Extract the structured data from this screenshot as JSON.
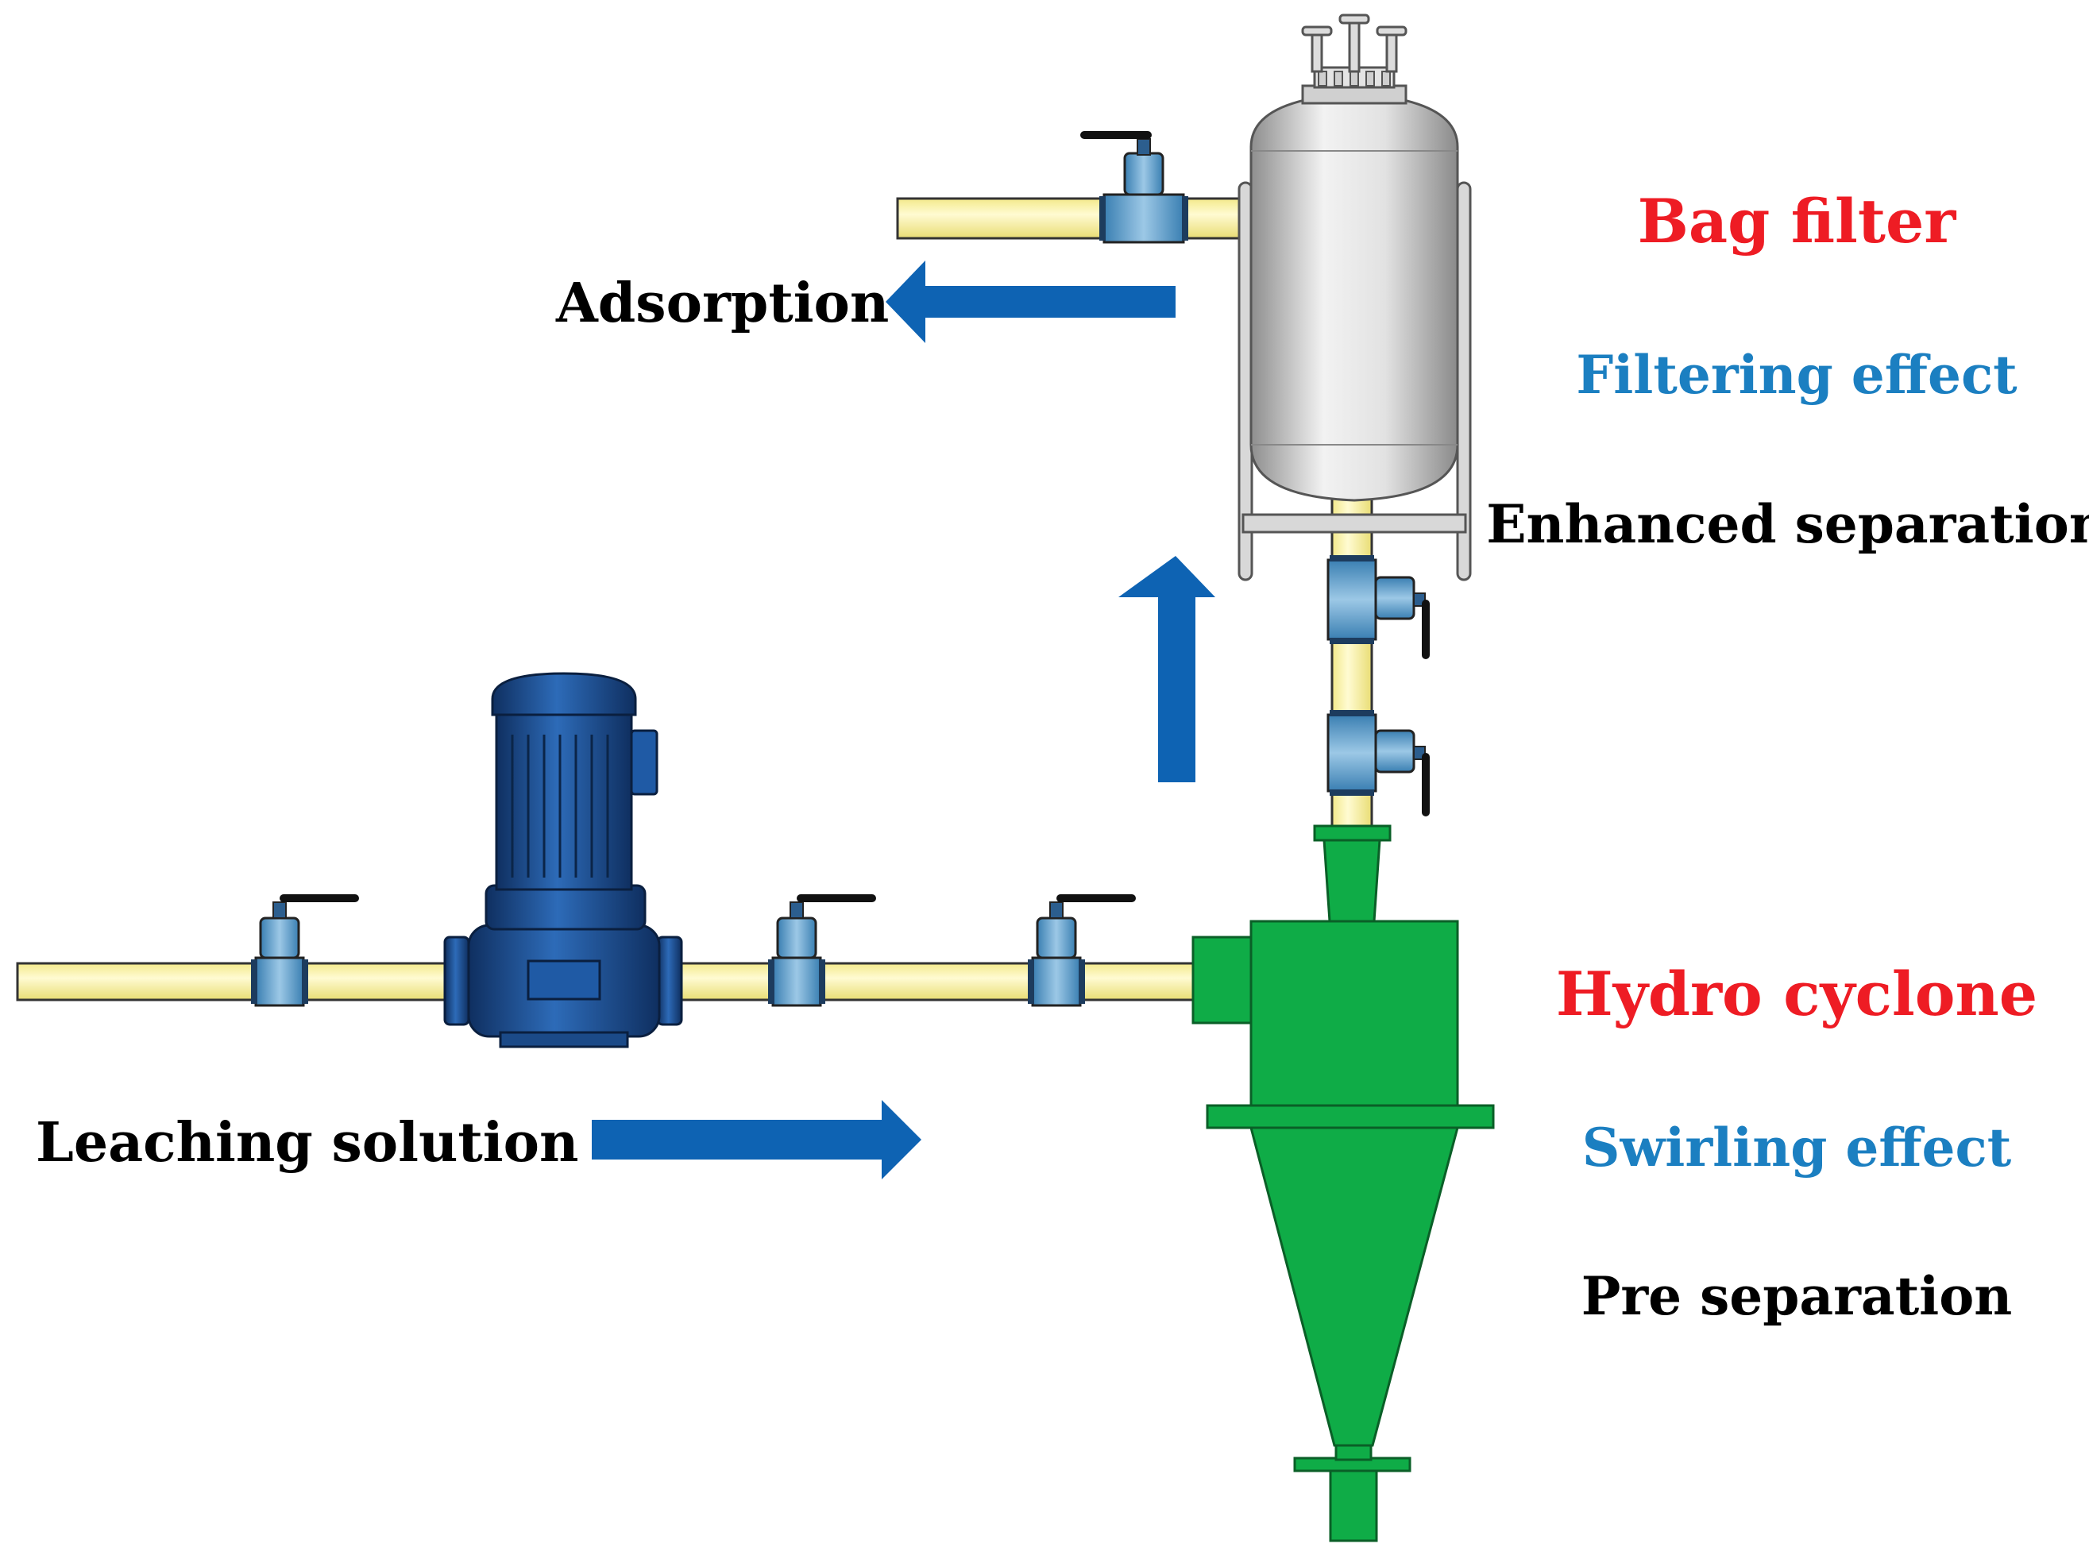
{
  "labels": {
    "adsorption": "Adsorption",
    "leaching_solution": "Leaching solution",
    "bag_filter": {
      "name": "Bag filter",
      "effect": "Filtering effect",
      "function": "Enhanced separation"
    },
    "hydro_cyclone": {
      "name": "Hydro cyclone",
      "effect": "Swirling effect",
      "function": "Pre separation"
    }
  },
  "colors": {
    "component_name": "#ee1c24",
    "effect": "#1b7fc1",
    "function": "#000000",
    "flow_arrow": "#0e63b3",
    "pipe": "#fdf4a3",
    "valve": "#5b9dc9",
    "pump": "#1a4f95",
    "cyclone": "#0fac47",
    "filter_vessel": "#cfcfcf"
  },
  "flow_arrows": [
    "flow-arrow-left",
    "flow-arrow-up",
    "flow-arrow-right"
  ]
}
